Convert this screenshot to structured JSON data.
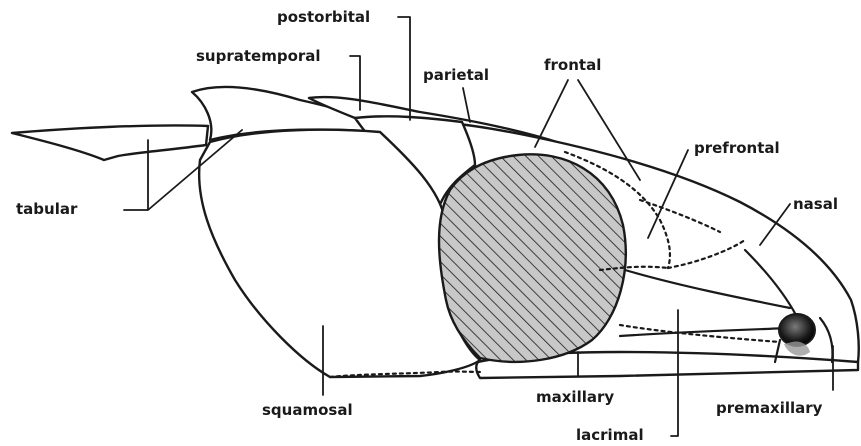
{
  "labels": {
    "postorbital": "postorbital",
    "supratemporal": "supratemporal",
    "parietal": "parietal",
    "frontal": "frontal",
    "prefrontal": "prefrontal",
    "tabular": "tabular",
    "nasal": "nasal",
    "squamosal": "squamosal",
    "maxillary": "maxillary",
    "premaxillary": "premaxillary",
    "lacrimal": "lacrimal"
  },
  "colors": {
    "ink": "#1a1a1a",
    "orbit_fill": "#c8c8c8",
    "background": "#ffffff"
  }
}
